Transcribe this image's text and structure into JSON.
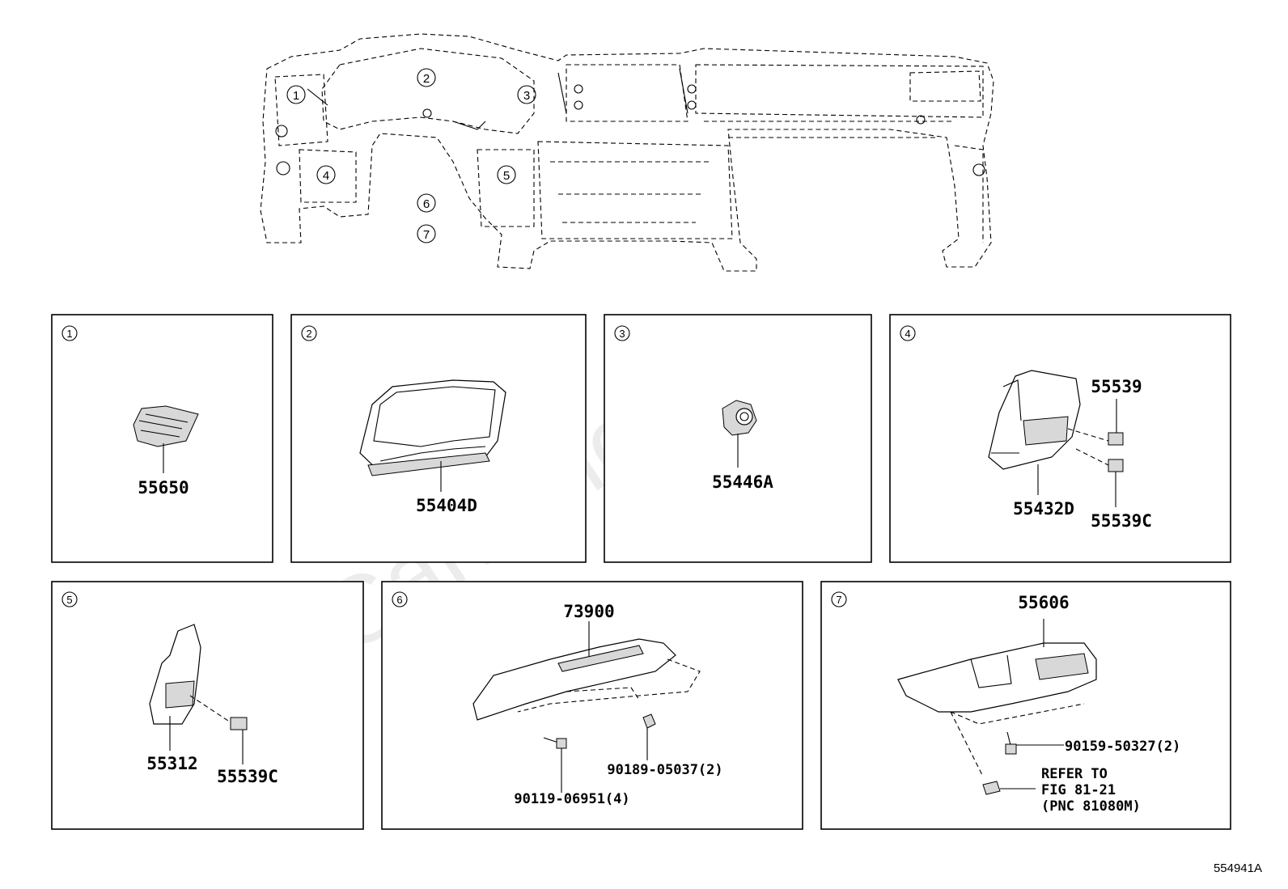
{
  "diagram_id": "554941A",
  "watermark": "ToyotaCarMine.ru",
  "overview_callouts": [
    "1",
    "2",
    "3",
    "4",
    "5",
    "6",
    "7"
  ],
  "panels": [
    {
      "number": "1",
      "parts": [
        "55650"
      ]
    },
    {
      "number": "2",
      "parts": [
        "55404D"
      ]
    },
    {
      "number": "3",
      "parts": [
        "55446A"
      ]
    },
    {
      "number": "4",
      "parts": [
        "55539",
        "55432D",
        "55539C"
      ]
    },
    {
      "number": "5",
      "parts": [
        "55312",
        "55539C"
      ]
    },
    {
      "number": "6",
      "parts": [
        "73900",
        "90189-05037(2)",
        "90119-06951(4)"
      ]
    },
    {
      "number": "7",
      "parts": [
        "55606",
        "90159-50327(2)"
      ],
      "note": [
        "REFER TO",
        "FIG 81-21",
        "(PNC 81080M)"
      ]
    }
  ]
}
